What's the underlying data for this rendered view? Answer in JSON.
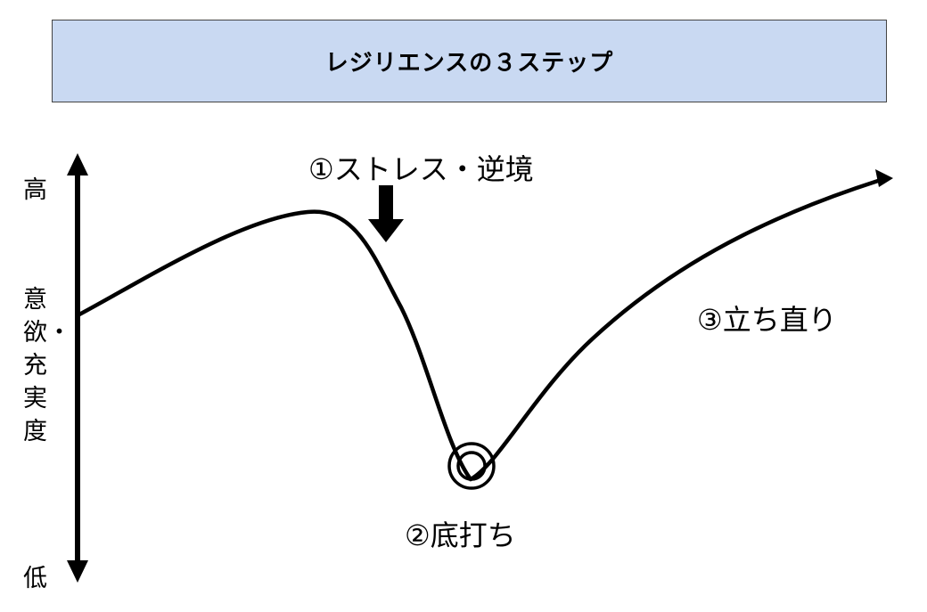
{
  "title": "レジリエンスの３ステップ",
  "colors": {
    "title_background": "#c9d9f2",
    "line": "#000000"
  },
  "y_axis": {
    "high_label": "高",
    "low_label": "低",
    "title": "意欲・充実度"
  },
  "steps": [
    {
      "label": "①ストレス・逆境"
    },
    {
      "label": "②底打ち"
    },
    {
      "label": "③立ち直り"
    }
  ],
  "icons": {
    "stress_marker": "down-arrow-icon",
    "bottom_marker": "double-circle-icon"
  }
}
